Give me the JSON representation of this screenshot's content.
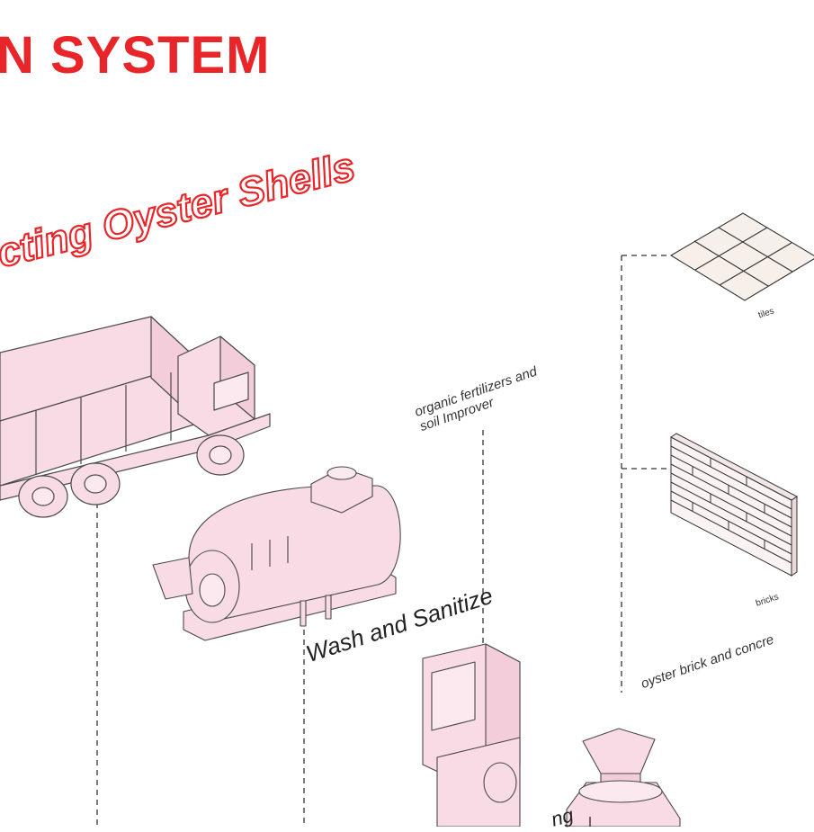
{
  "diagram": {
    "title": "N SYSTEM",
    "subtitle": "ecting Oyster Shells",
    "wash_label": "Wash and Sanitize",
    "fertilizer_label_line1": "organic fertilizers and",
    "fertilizer_label_line2": "soil Improver",
    "tiles_label": "tiles",
    "bricks_label": "bricks",
    "brick_concrete_label": "oyster brick and concre",
    "partial_label": "ng"
  },
  "colors": {
    "accent_red": "#e8262a",
    "machine_fill": "#f8dbe4",
    "outline": "#4a4a4a",
    "tile_fill": "#f7efe9",
    "brick_fill": "#fbf3f3"
  },
  "icons": [
    "truck-icon",
    "boiler-tank-icon",
    "crusher-icon",
    "grinder-mill-icon",
    "tiles-icon",
    "brick-wall-icon"
  ]
}
